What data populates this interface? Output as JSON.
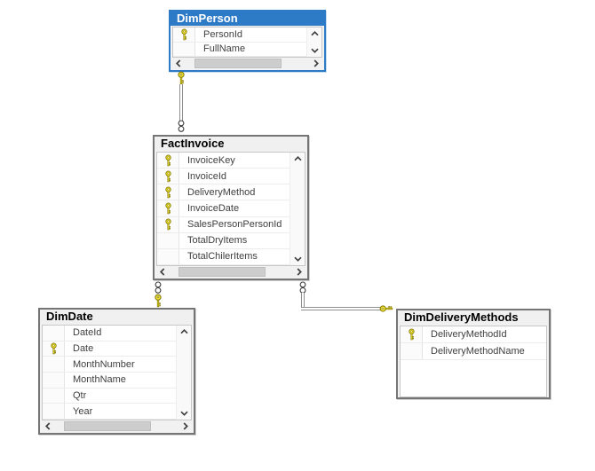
{
  "diagram": {
    "canvas_background": "#ffffff",
    "accent_selected": "#2d7ac7",
    "key_icon_color": "#f5e636",
    "tables": [
      {
        "id": "dimperson",
        "title": "DimPerson",
        "selected": true,
        "columns": [
          {
            "name": "PersonId",
            "key": true
          },
          {
            "name": "FullName",
            "key": false
          }
        ],
        "scrollbars": {
          "vertical": true,
          "horizontal": true
        }
      },
      {
        "id": "factinvoice",
        "title": "FactInvoice",
        "selected": false,
        "columns": [
          {
            "name": "InvoiceKey",
            "key": true
          },
          {
            "name": "InvoiceId",
            "key": true
          },
          {
            "name": "DeliveryMethod",
            "key": true
          },
          {
            "name": "InvoiceDate",
            "key": true
          },
          {
            "name": "SalesPersonPersonId",
            "key": true
          },
          {
            "name": "TotalDryItems",
            "key": false
          },
          {
            "name": "TotalChilerItems",
            "key": false
          }
        ],
        "scrollbars": {
          "vertical": true,
          "horizontal": true
        }
      },
      {
        "id": "dimdate",
        "title": "DimDate",
        "selected": false,
        "columns": [
          {
            "name": "DateId",
            "key": false
          },
          {
            "name": "Date",
            "key": true
          },
          {
            "name": "MonthNumber",
            "key": false
          },
          {
            "name": "MonthName",
            "key": false
          },
          {
            "name": "Qtr",
            "key": false
          },
          {
            "name": "Year",
            "key": false
          }
        ],
        "scrollbars": {
          "vertical": true,
          "horizontal": true
        }
      },
      {
        "id": "dimdeliverymethods",
        "title": "DimDeliveryMethods",
        "selected": false,
        "columns": [
          {
            "name": "DeliveryMethodId",
            "key": true
          },
          {
            "name": "DeliveryMethodName",
            "key": false
          }
        ],
        "scrollbars": {
          "vertical": false,
          "horizontal": false
        }
      }
    ],
    "relationships": [
      {
        "one_side": "DimPerson",
        "many_side": "FactInvoice",
        "one_symbol": "key",
        "many_symbol": "infinity"
      },
      {
        "one_side": "DimDate",
        "many_side": "FactInvoice",
        "one_symbol": "key",
        "many_symbol": "infinity"
      },
      {
        "one_side": "DimDeliveryMethods",
        "many_side": "FactInvoice",
        "one_symbol": "key",
        "many_symbol": "infinity"
      }
    ]
  }
}
